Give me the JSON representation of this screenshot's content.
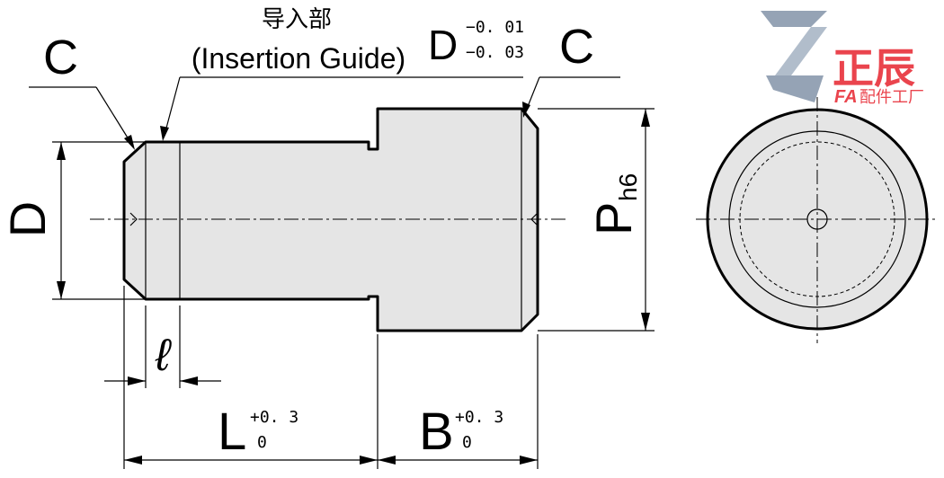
{
  "drawing": {
    "chamfer_left_label": "C",
    "chamfer_right_label": "C",
    "insertion_guide_cn": "导入部",
    "insertion_guide_en": "(Insertion Guide)",
    "diameter_top_label": "D",
    "diameter_top_tol_upper": "−0. 01",
    "diameter_top_tol_lower": "−0. 03",
    "diameter_left_label": "D",
    "head_diameter_label": "P",
    "head_diameter_sub": "h6",
    "guide_length_label": "ℓ",
    "length_label": "L",
    "length_tol_upper": "+0. 3",
    "length_tol_lower": "0",
    "head_length_label": "B",
    "head_length_tol_upper": "+0. 3",
    "head_length_tol_lower": "0"
  },
  "logo": {
    "brand_cn": "正辰",
    "brand_prefix": "FA",
    "brand_tagline": "配件工厂",
    "brand_color": "#e8303a",
    "mark_color": "#8a9aae"
  }
}
